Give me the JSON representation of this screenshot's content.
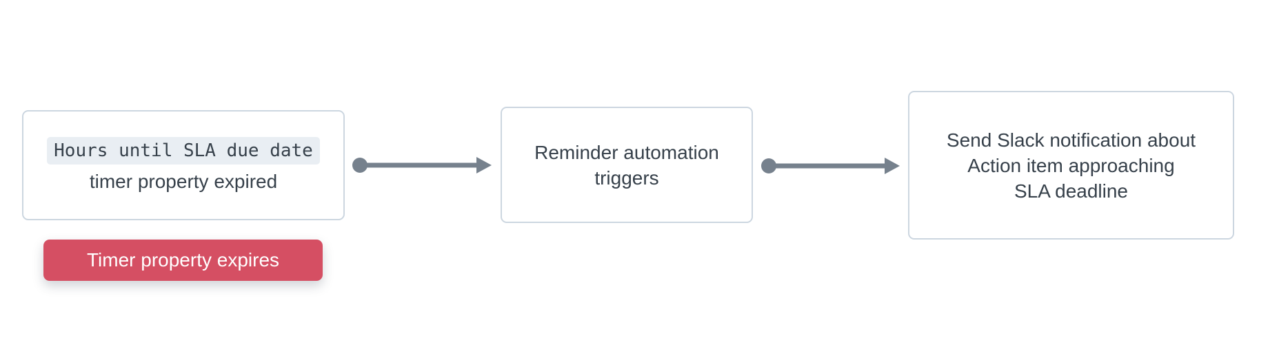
{
  "colors": {
    "background": "#ffffff",
    "node_border": "#ccd6e0",
    "node_text": "#36404a",
    "code_chip_background": "#e9eef3",
    "connector": "#76818d",
    "badge_background": "#d54f63",
    "badge_text": "#ffffff"
  },
  "flow": {
    "trigger_node": {
      "property_code": "Hours until SLA due date",
      "text": "timer property expired"
    },
    "trigger_badge": {
      "label": "Timer property expires"
    },
    "automation_node": {
      "lines": [
        "Reminder automation",
        "triggers"
      ]
    },
    "action_node": {
      "lines": [
        "Send Slack notification about",
        "Action item approaching",
        "SLA deadline"
      ]
    }
  }
}
